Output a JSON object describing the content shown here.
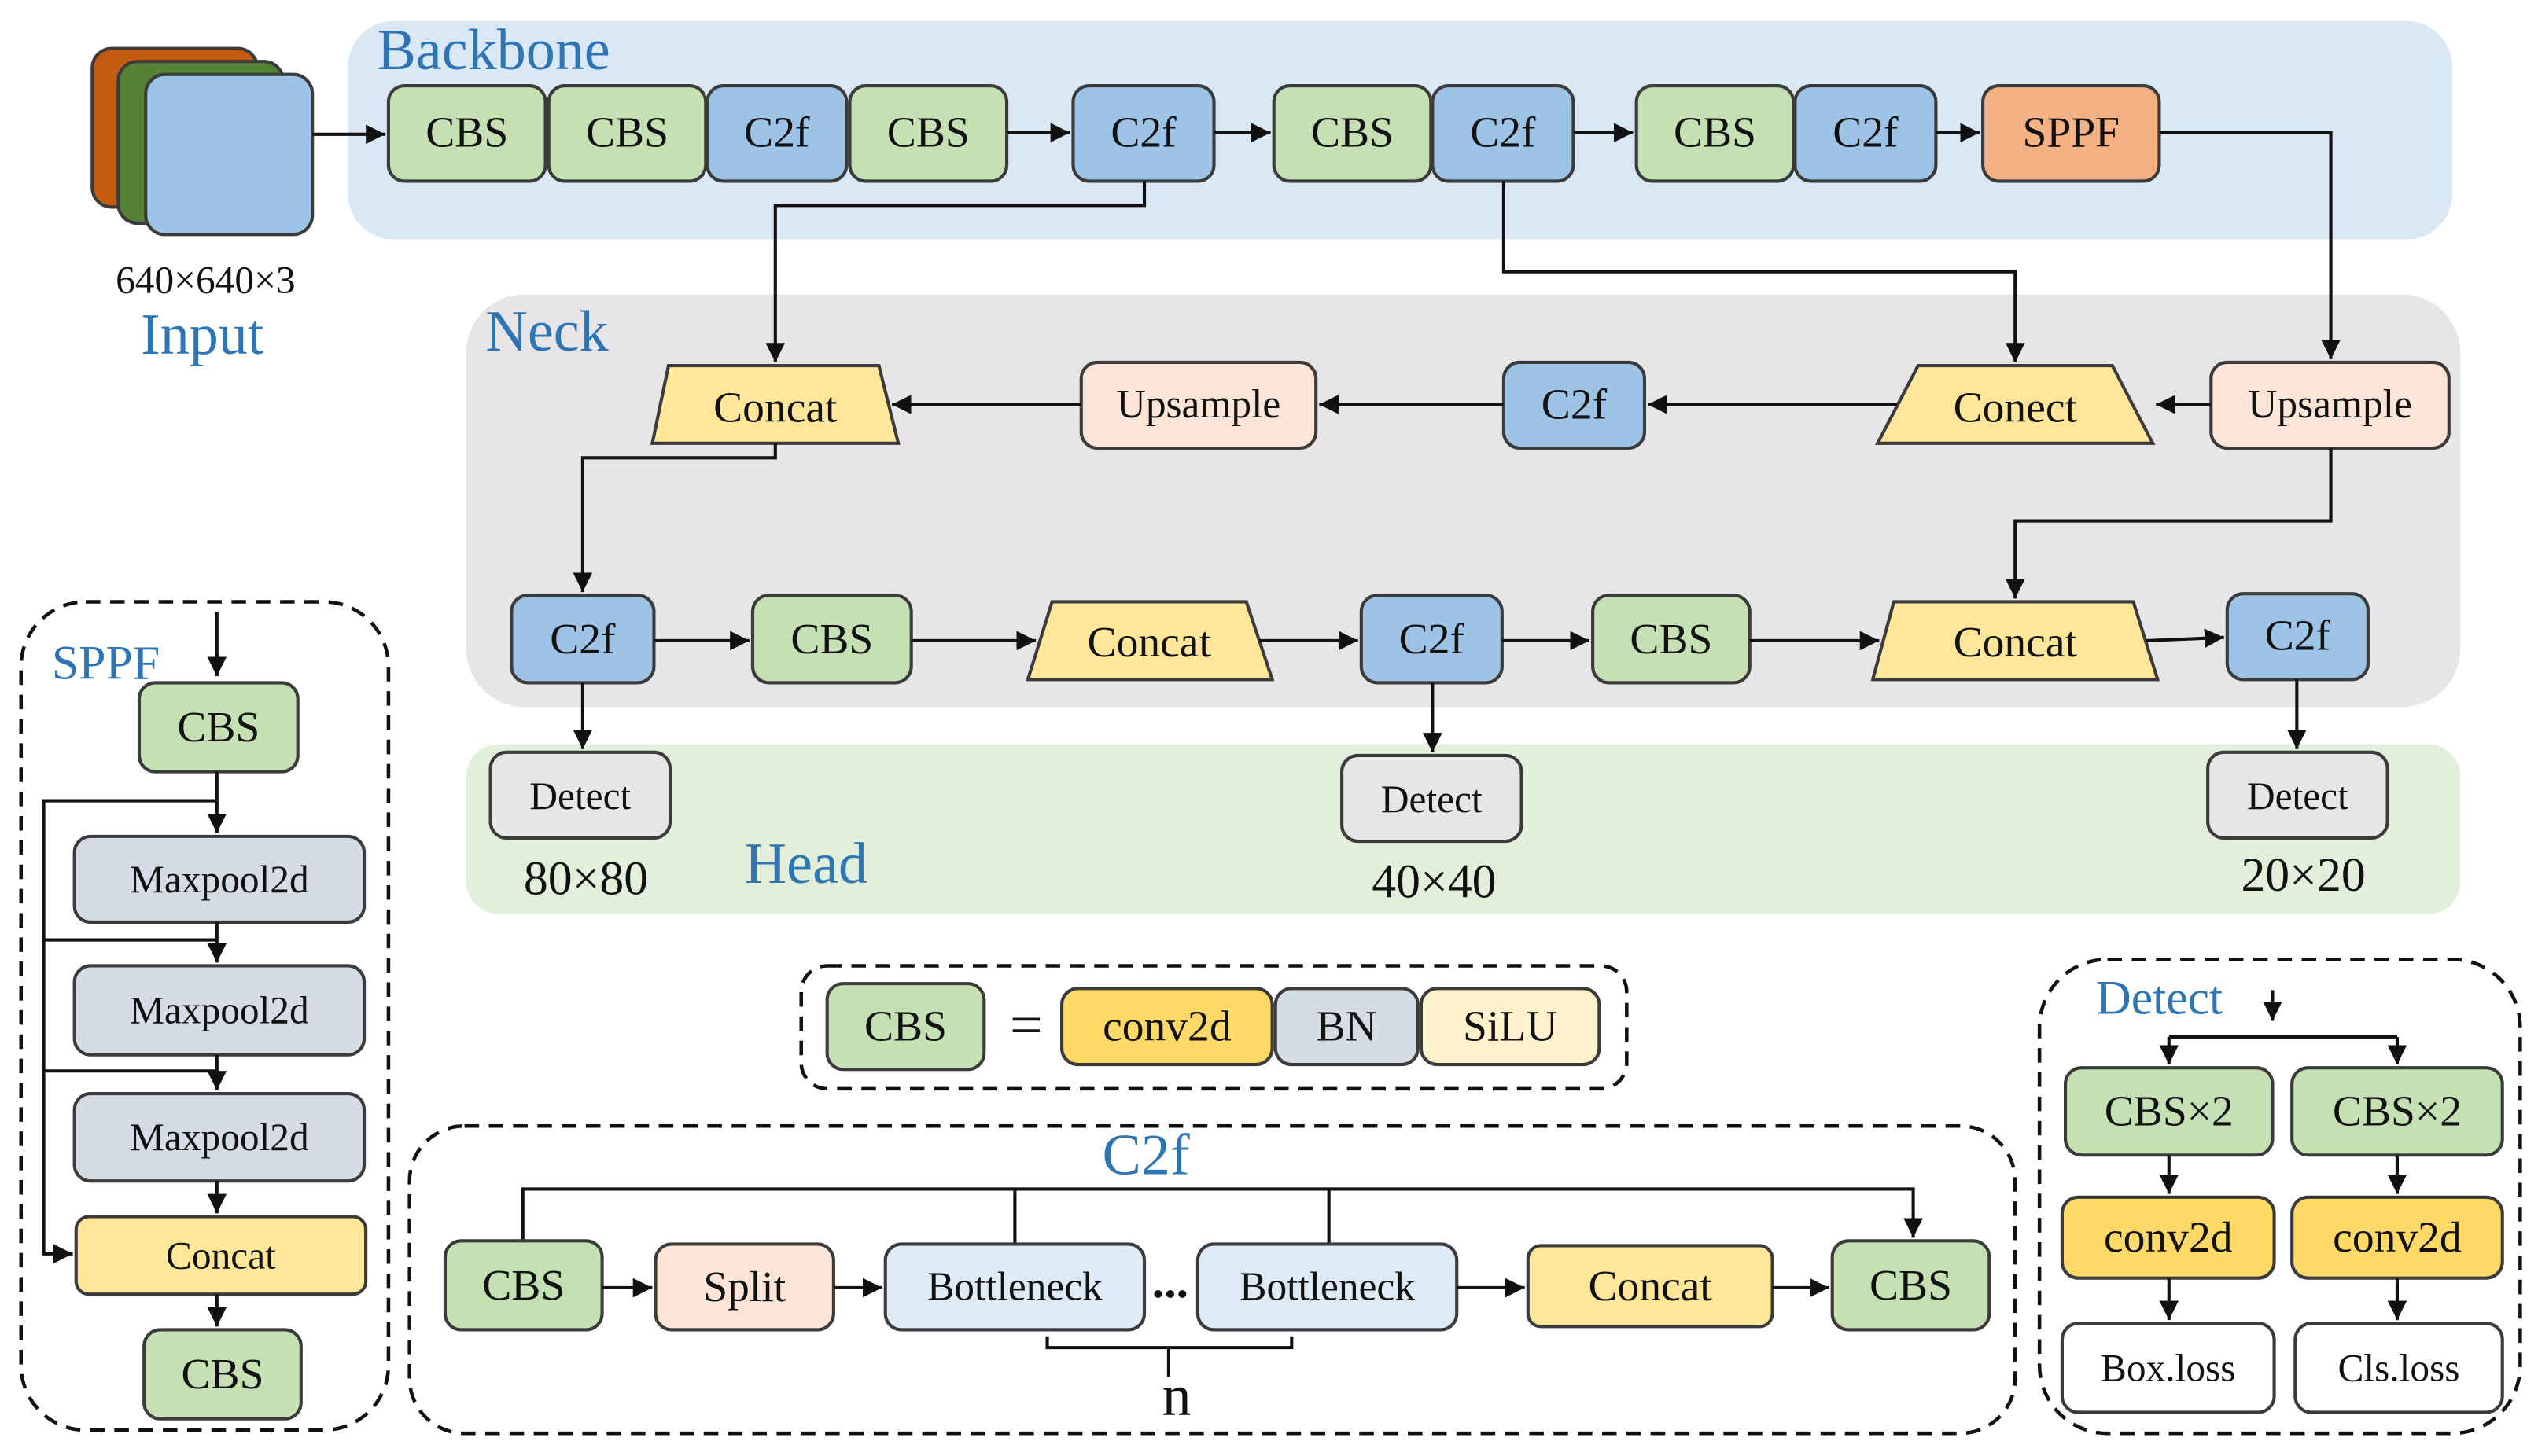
{
  "input": {
    "size": "640×640×3",
    "label": "Input"
  },
  "backbone": {
    "title": "Backbone",
    "blocks": [
      "CBS",
      "CBS",
      "C2f",
      "CBS",
      "C2f",
      "CBS",
      "C2f",
      "CBS",
      "C2f",
      "SPPF"
    ]
  },
  "neck": {
    "title": "Neck",
    "upper_row": [
      "Concat",
      "Upsample",
      "C2f",
      "Conect",
      "Upsample"
    ],
    "lower_row": [
      "C2f",
      "CBS",
      "Concat",
      "C2f",
      "CBS",
      "Concat",
      "C2f"
    ]
  },
  "head": {
    "title": "Head",
    "outputs": [
      {
        "label": "Detect",
        "size": "80×80"
      },
      {
        "label": "Detect",
        "size": "40×40"
      },
      {
        "label": "Detect",
        "size": "20×20"
      }
    ]
  },
  "sppf_module": {
    "title": "SPPF",
    "blocks": [
      "CBS",
      "Maxpool2d",
      "Maxpool2d",
      "Maxpool2d",
      "Concat",
      "CBS"
    ]
  },
  "cbs_module": {
    "name": "CBS",
    "equals": "=",
    "parts": [
      "conv2d",
      "BN",
      "SiLU"
    ]
  },
  "c2f_module": {
    "title": "C2f",
    "blocks": [
      "CBS",
      "Split",
      "Bottleneck",
      "Bottleneck",
      "Concat",
      "CBS"
    ],
    "ellipsis": "...",
    "repeat": "n"
  },
  "detect_module": {
    "title": "Detect",
    "branches": [
      {
        "block": "CBS×2",
        "conv": "conv2d",
        "loss": "Box.loss"
      },
      {
        "block": "CBS×2",
        "conv": "conv2d",
        "loss": "Cls.loss"
      }
    ]
  },
  "palette": {
    "backbone_bg": "#dae7f5",
    "neck_bg": "#e7e5e8",
    "head_bg": "#e2efda",
    "cbs": "#c5e0b3",
    "c2f": "#9dc3e6",
    "sppf": "#f4b183",
    "concat": "#ffe699",
    "upsample": "#fce4d6",
    "detect": "#e7e6e6",
    "maxpool": "#d6dce5",
    "conv2d": "#ffd966",
    "bn": "#d6dce5",
    "silu": "#fff2cc",
    "bottleneck": "#deebf7",
    "split": "#fce4d6",
    "loss": "#ffffff",
    "title_text": "#2e75b6",
    "input_back": "#c55a11",
    "input_mid": "#548235",
    "input_front": "#9dc3e6"
  }
}
